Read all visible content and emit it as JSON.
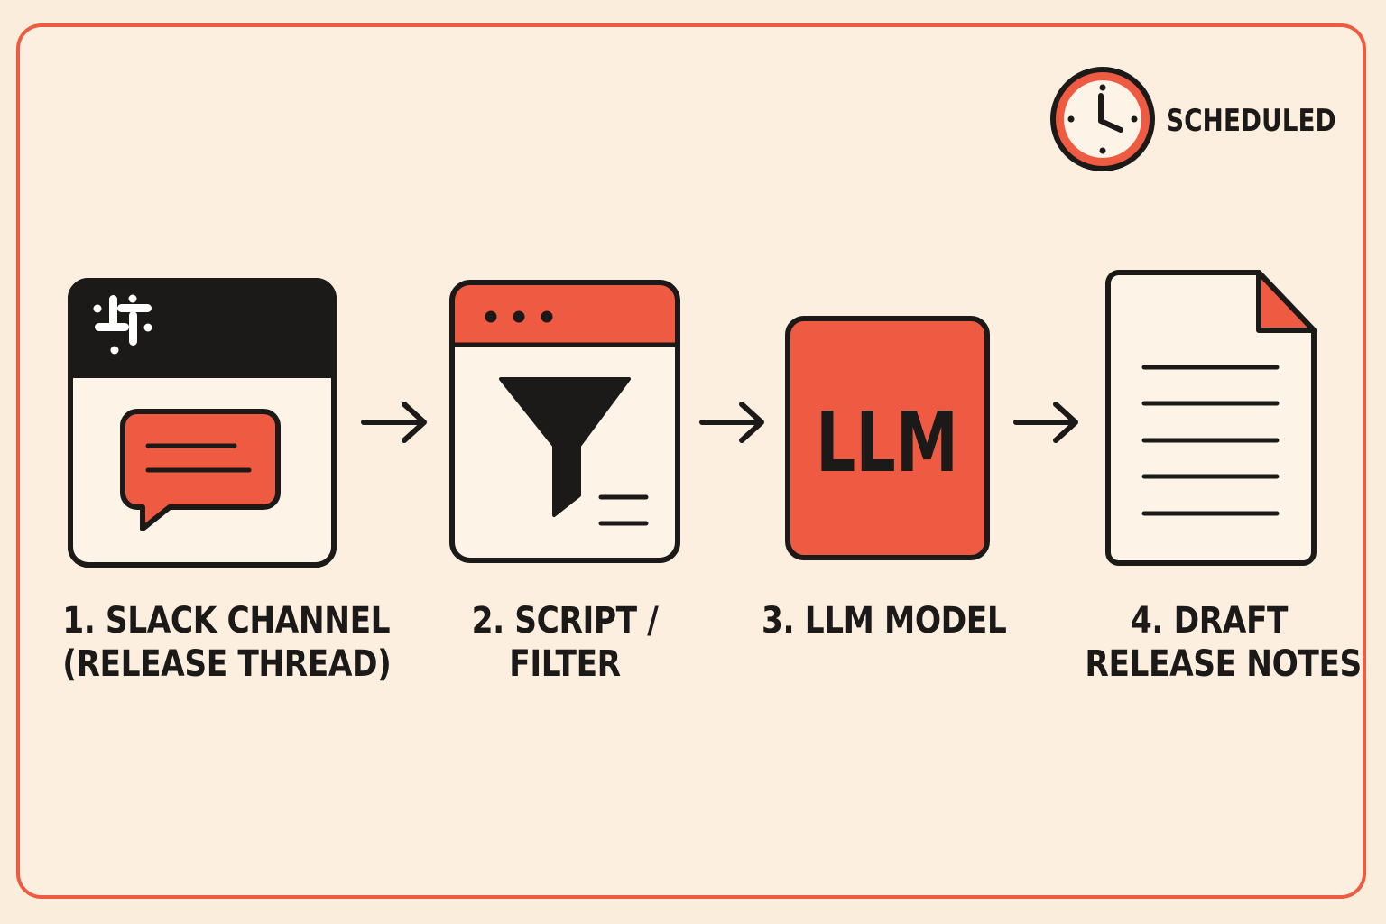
{
  "badge": {
    "label": "SCHEDULED",
    "icon": "clock-icon"
  },
  "steps": [
    {
      "number_title": "1. SLACK CHANNEL",
      "subtitle": "(RELEASE THREAD)",
      "icon": "slack-window-icon"
    },
    {
      "number_title": "2. SCRIPT /",
      "subtitle": "FILTER",
      "icon": "filter-window-icon"
    },
    {
      "number_title": "3. LLM MODEL",
      "subtitle": "",
      "icon": "llm-icon",
      "icon_text": "LLM"
    },
    {
      "number_title": "4. DRAFT",
      "subtitle": "RELEASE NOTES",
      "icon": "document-icon"
    }
  ],
  "colors": {
    "accent": "#ef5a42",
    "ink": "#1c1a18",
    "background": "#fcefdf",
    "panel": "#fdf3e6"
  }
}
